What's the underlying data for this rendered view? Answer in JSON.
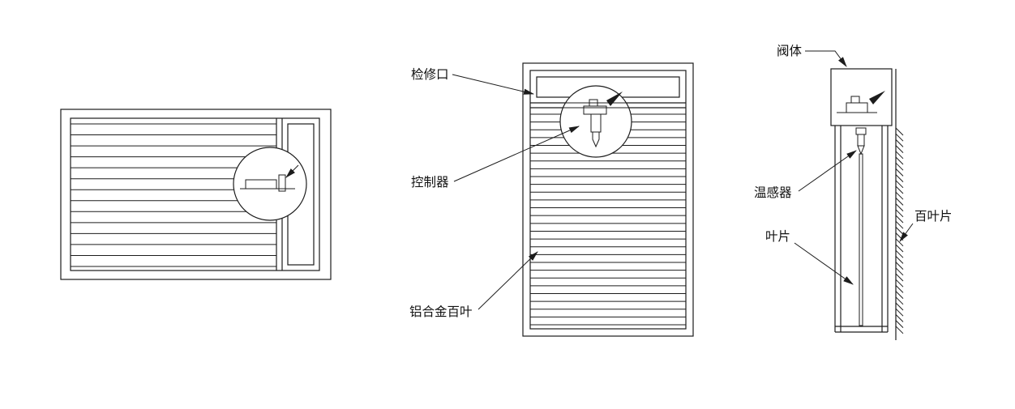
{
  "diagram": {
    "background_color": "#ffffff",
    "line_color": "#1c1c1c",
    "labels": {
      "inspection_port": "检修口",
      "controller": "控制器",
      "aluminum_louver": "铝合金百叶",
      "valve_body": "阀体",
      "temperature_sensor": "温感器",
      "blade": "叶片",
      "louver_blade": "百叶片"
    }
  }
}
